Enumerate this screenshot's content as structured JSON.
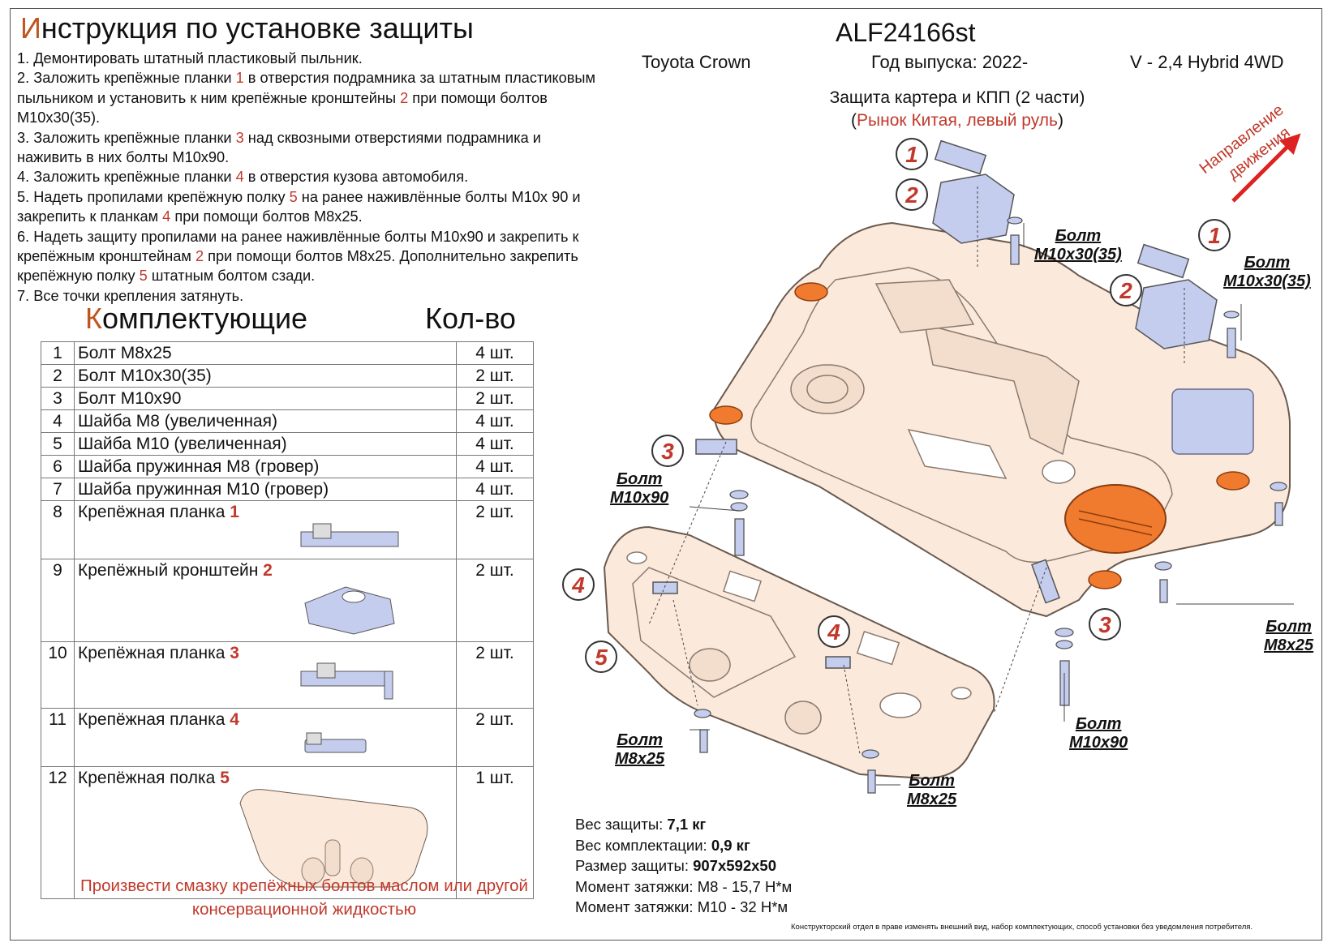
{
  "header": {
    "title_first": "И",
    "title_rest": "нструкция по установке защиты",
    "code": "ALF24166st",
    "car": "Toyota Crown",
    "year": "Год выпуска: 2022-",
    "engine": "V - 2,4 Hybrid  4WD",
    "subtitle": "Защита картера и КПП (2 части)",
    "market_open": "(",
    "market": "Рынок Китая, левый руль",
    "market_close": ")"
  },
  "instructions": [
    {
      "parts": [
        "1. Демонтировать штатный пластиковый пыльник."
      ]
    },
    {
      "parts": [
        "2. Заложить крепёжные планки ",
        "1",
        " в отверстия подрамника за штатным пластиковым пыльником и установить к ним крепёжные кронштейны ",
        "2",
        " при помощи болтов М10х30(35)."
      ]
    },
    {
      "parts": [
        "3. Заложить крепёжные планки ",
        "3",
        " над сквозными отверстиями подрамника и наживить в них болты М10х90."
      ]
    },
    {
      "parts": [
        "4. Заложить крепёжные планки ",
        "4",
        " в отверстия кузова автомобиля."
      ]
    },
    {
      "parts": [
        "5. Надеть пропилами крепёжную полку ",
        "5",
        " на ранее наживлённые болты М10х 90 и закрепить к планкам ",
        "4",
        " при помощи болтов М8х25."
      ]
    },
    {
      "parts": [
        "6. Надеть защиту пропилами на ранее наживлённые болты М10х90 и закрепить к крепёжным кронштейнам ",
        "2",
        " при помощи болтов М8х25. Дополнительно закрепить крепёжную полку ",
        "5",
        " штатным болтом сзади."
      ]
    },
    {
      "parts": [
        "7. Все точки крепления затянуть."
      ]
    }
  ],
  "parts_table": {
    "header_first": "К",
    "header_rest": "омплектующие",
    "qty_header": "Кол-во",
    "rows": [
      {
        "num": "1",
        "name": "Болт М8х25",
        "ref": "",
        "qty": "4 шт."
      },
      {
        "num": "2",
        "name": "Болт М10х30(35)",
        "ref": "",
        "qty": "2 шт."
      },
      {
        "num": "3",
        "name": "Болт М10х90",
        "ref": "",
        "qty": "2 шт."
      },
      {
        "num": "4",
        "name": "Шайба М8 (увеличенная)",
        "ref": "",
        "qty": "4 шт."
      },
      {
        "num": "5",
        "name": "Шайба М10 (увеличенная)",
        "ref": "",
        "qty": "4 шт."
      },
      {
        "num": "6",
        "name": "Шайба пружинная М8 (гровер)",
        "ref": "",
        "qty": "4 шт."
      },
      {
        "num": "7",
        "name": "Шайба пружинная М10 (гровер)",
        "ref": "",
        "qty": "4 шт."
      },
      {
        "num": "8",
        "name": "Крепёжная планка ",
        "ref": "1",
        "qty": "2 шт."
      },
      {
        "num": "9",
        "name": "Крепёжный кронштейн ",
        "ref": "2",
        "qty": "2 шт."
      },
      {
        "num": "10",
        "name": "Крепёжная планка ",
        "ref": "3",
        "qty": "2 шт."
      },
      {
        "num": "11",
        "name": "Крепёжная планка ",
        "ref": "4",
        "qty": "2 шт."
      },
      {
        "num": "12",
        "name": "Крепёжная полка ",
        "ref": "5",
        "qty": "1 шт."
      }
    ]
  },
  "lubrication_note": "Произвести смазку крепёжных болтов маслом или другой консервационной жидкостью",
  "specs": [
    {
      "label": "Вес защиты: ",
      "value": "7,1 кг"
    },
    {
      "label": "Вес комплектации: ",
      "value": "0,9 кг"
    },
    {
      "label": "Размер защиты: ",
      "value": "907х592х50"
    },
    {
      "label": "Момент затяжки: ",
      "value": "М8 - 15,7 Н*м"
    },
    {
      "label": "Момент затяжки: ",
      "value": "М10 - 32 Н*м"
    }
  ],
  "disclaimer": "Конструкторский отдел в праве изменять внешний вид, набор комплектующих, способ установки без уведомления потребителя.",
  "direction_label": [
    "Направление",
    "движения"
  ],
  "callouts": {
    "bolt_word": "Болт",
    "m10x30": "М10х30(35)",
    "m10x90": "М10х90",
    "m8x25": "М8х25",
    "n1": "1",
    "n2": "2",
    "n3": "3",
    "n4": "4",
    "n5": "5"
  },
  "colors": {
    "accent_red": "#c0392b",
    "title_orange": "#c0561f",
    "plate_fill": "#fbe9dc",
    "bracket_fill": "#c5cdee",
    "orange_part": "#f07a2e"
  }
}
